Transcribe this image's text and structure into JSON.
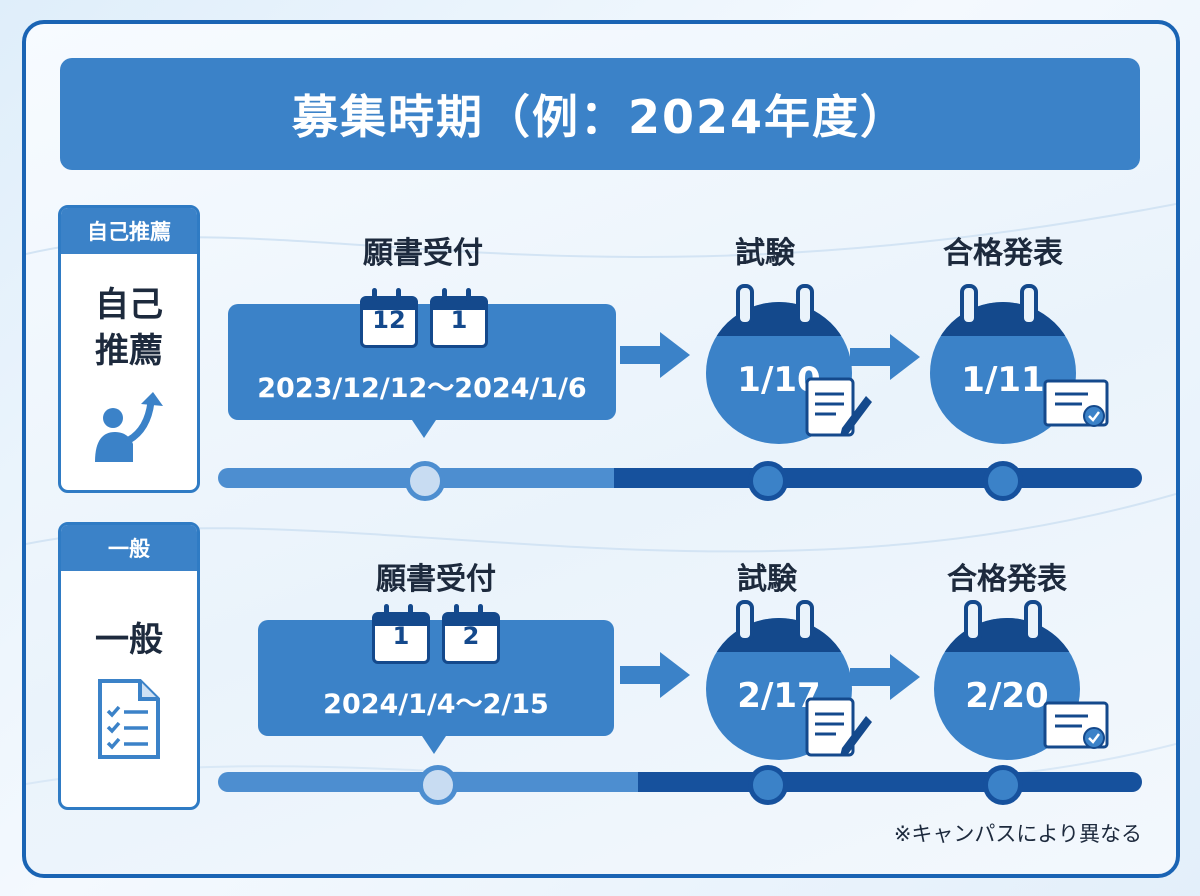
{
  "title": "募集時期（例：2024年度）",
  "note": "※キャンパスにより異なる",
  "rows": [
    {
      "category_tag": "自己推薦",
      "category_label_line1": "自己",
      "category_label_line2": "推薦",
      "category_icon": "person-climbing-arrow-icon",
      "application": {
        "label": "願書受付",
        "calendar_1": "12",
        "calendar_2": "1",
        "range": "2023/12/12～2024/1/6"
      },
      "exam": {
        "label": "試験",
        "date": "1/10"
      },
      "announcement": {
        "label": "合格発表",
        "date": "1/11"
      }
    },
    {
      "category_tag": "一般",
      "category_label_line1": "一般",
      "category_label_line2": "",
      "category_icon": "checklist-document-icon",
      "application": {
        "label": "願書受付",
        "calendar_1": "1",
        "calendar_2": "2",
        "range": "2024/1/4～2/15"
      },
      "exam": {
        "label": "試験",
        "date": "2/17"
      },
      "announcement": {
        "label": "合格発表",
        "date": "2/20"
      }
    }
  ],
  "colors": {
    "primary": "#3b82c8",
    "dark": "#14498c",
    "frame": "#1a64b4",
    "text": "#1d2a3d"
  }
}
